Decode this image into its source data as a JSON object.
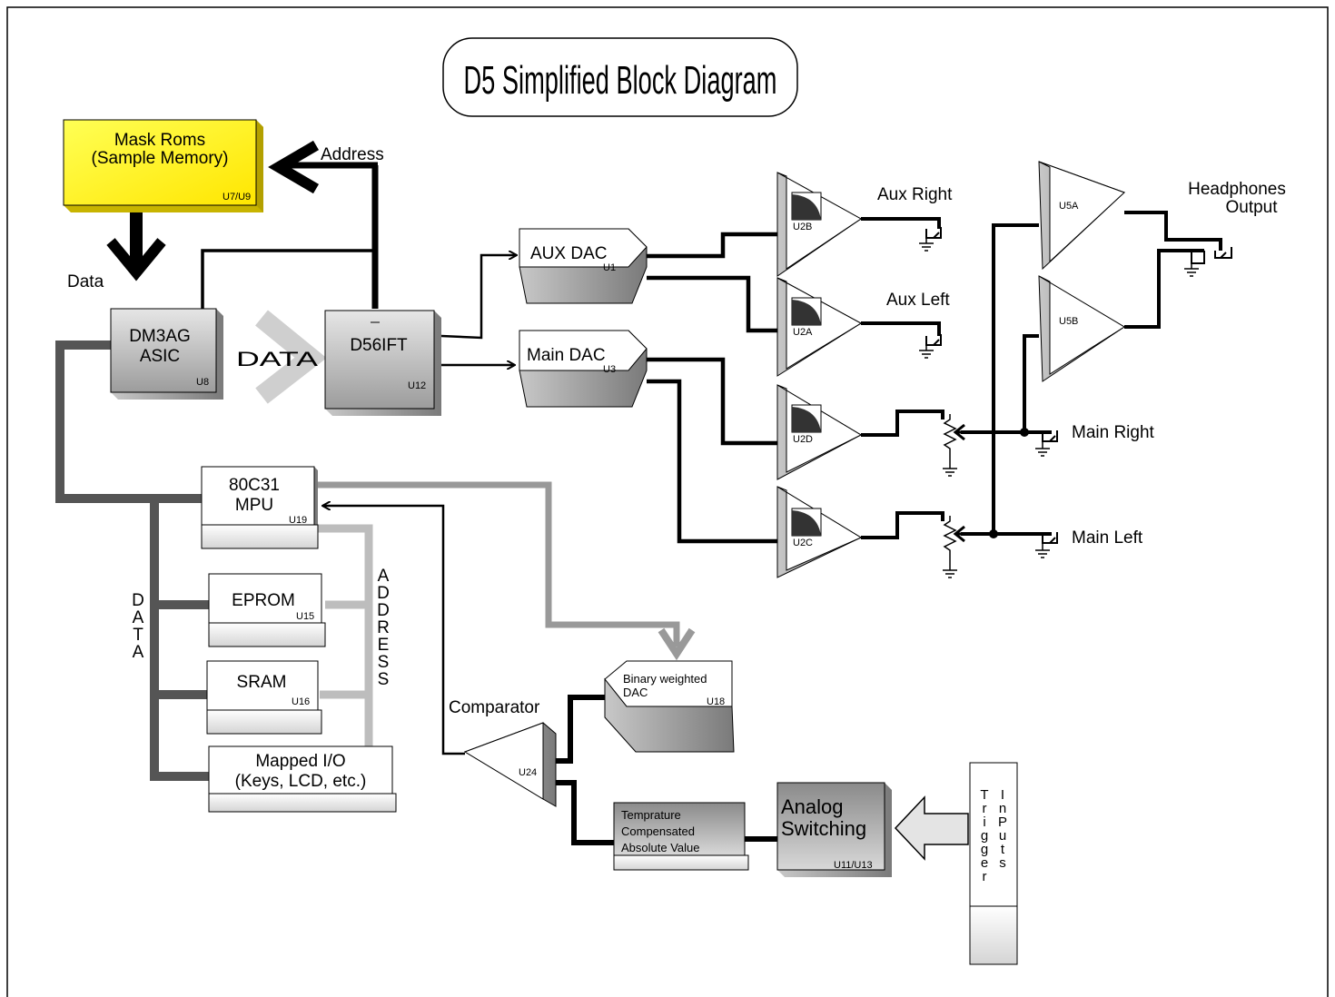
{
  "title": "D5 Simplified Block Diagram",
  "blocks": {
    "mask_roms": {
      "line1": "Mask Roms",
      "line2": "(Sample Memory)",
      "ref": "U7/U9"
    },
    "asic": {
      "line1": "DM3AG",
      "line2": "ASIC",
      "ref": "U8"
    },
    "d56ift": {
      "name": "D56IFT",
      "ref": "U12"
    },
    "aux_dac": {
      "name": "AUX DAC",
      "ref": "U1"
    },
    "main_dac": {
      "name": "Main DAC",
      "ref": "U3"
    },
    "mpu": {
      "line1": "80C31",
      "line2": "MPU",
      "ref": "U19"
    },
    "eprom": {
      "name": "EPROM",
      "ref": "U15"
    },
    "sram": {
      "name": "SRAM",
      "ref": "U16"
    },
    "mapped_io": {
      "line1": "Mapped I/O",
      "line2": "(Keys, LCD, etc.)"
    },
    "binary_dac": {
      "line1": "Binary weighted",
      "line2": "DAC",
      "ref": "U18"
    },
    "temp_comp": {
      "line1": "Temprature",
      "line2": "Compensated",
      "line3": "Absolute Value"
    },
    "analog_switching": {
      "line1": "Analog",
      "line2": "Switching",
      "ref": "U11/U13"
    },
    "trigger_inputs": {
      "col1": [
        "T",
        "r",
        "i",
        "g",
        "g",
        "e",
        "r"
      ],
      "col2": [
        "I",
        "n",
        "P",
        "u",
        "t",
        "s"
      ]
    }
  },
  "amps": {
    "u2b": "U2B",
    "u2a": "U2A",
    "u2d": "U2D",
    "u2c": "U2C",
    "u5a": "U5A",
    "u5b": "U5B",
    "u24": "U24"
  },
  "labels": {
    "address": "Address",
    "data": "Data",
    "data_bus": "DATA",
    "data_vertical": [
      "D",
      "A",
      "T",
      "A"
    ],
    "address_vertical": [
      "A",
      "D",
      "D",
      "R",
      "E",
      "S",
      "S"
    ],
    "comparator": "Comparator"
  },
  "outputs": {
    "aux_right": "Aux Right",
    "aux_left": "Aux Left",
    "main_right": "Main Right",
    "main_left": "Main Left",
    "headphones_line1": "Headphones",
    "headphones_line2": "Output"
  }
}
